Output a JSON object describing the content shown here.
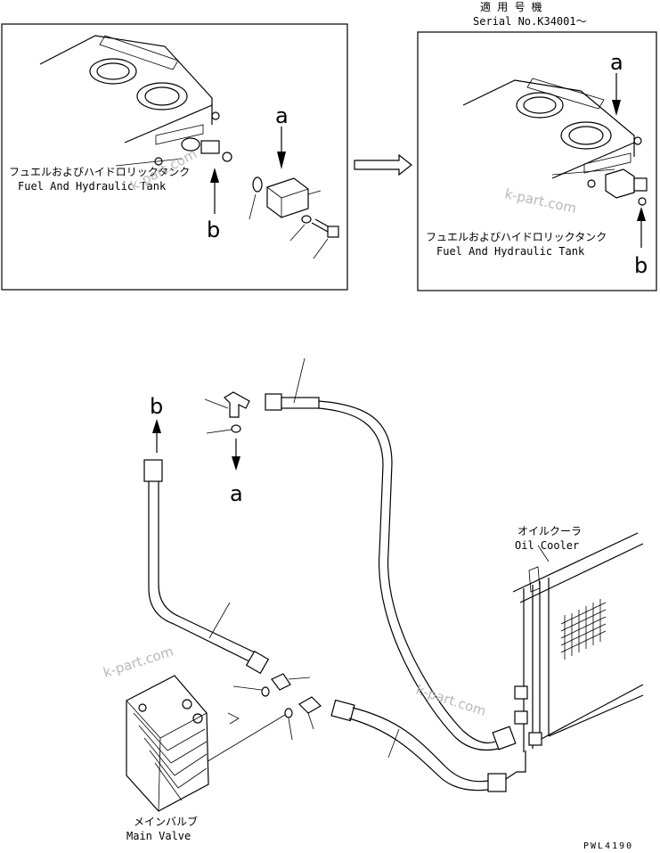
{
  "serial_header": {
    "line1": "適 用 号 機",
    "line2": "Serial No.K34001～"
  },
  "left_panel": {
    "label_jp": "フュエルおよびハイドロリックタンク",
    "label_en": "Fuel And Hydraulic Tank",
    "marker_a": "a",
    "marker_b": "b"
  },
  "right_panel": {
    "label_jp": "フュエルおよびハイドロリックタンク",
    "label_en": "Fuel And Hydraulic Tank",
    "marker_a": "a",
    "marker_b": "b"
  },
  "lower": {
    "marker_a": "a",
    "marker_b": "b",
    "oil_cooler_jp": "オイルクーラ",
    "oil_cooler_en": "Oil Cooler",
    "main_valve_jp": "メインバルブ",
    "main_valve_en": "Main Valve"
  },
  "watermarks": [
    "k-part.com",
    "k-part.com",
    "k-part.com",
    "k-part.com"
  ],
  "figure_code": "PWL4190"
}
